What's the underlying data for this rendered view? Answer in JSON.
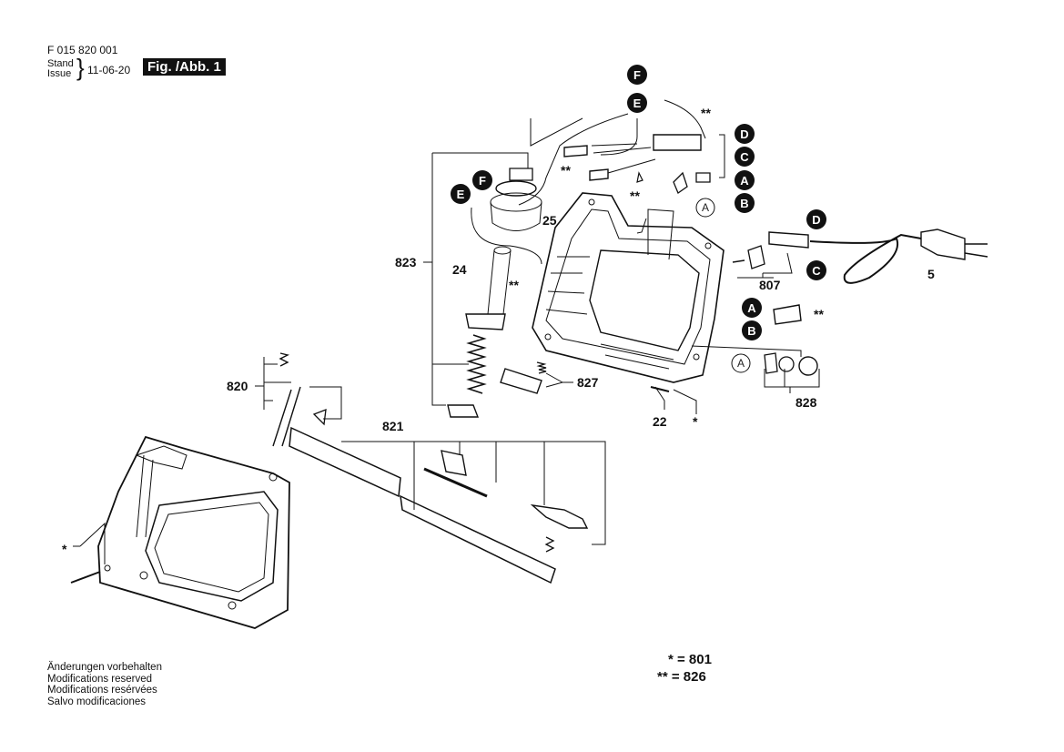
{
  "header": {
    "part_number": "F 015 820 001",
    "stand_label": "Stand",
    "issue_label": "Issue",
    "date": "11-06-20",
    "figure_label": "Fig. /Abb. 1"
  },
  "callouts": {
    "l823": "823",
    "l24": "24",
    "l25": "25",
    "l820": "820",
    "l821": "821",
    "l827": "827",
    "l22": "22",
    "l807": "807",
    "l5": "5",
    "l828": "828",
    "star": "*",
    "dstar": "**"
  },
  "connectors": {
    "A": "A",
    "B": "B",
    "C": "C",
    "D": "D",
    "E": "E",
    "F": "F"
  },
  "notes": [
    "Änderungen vorbehalten",
    "Modifications reserved",
    "Modifications resérvées",
    "Salvo modificaciones"
  ],
  "legend": {
    "single": "* = 801",
    "double": "** = 826"
  },
  "colors": {
    "ink": "#111111",
    "badge": "#111111",
    "paper": "#ffffff"
  }
}
